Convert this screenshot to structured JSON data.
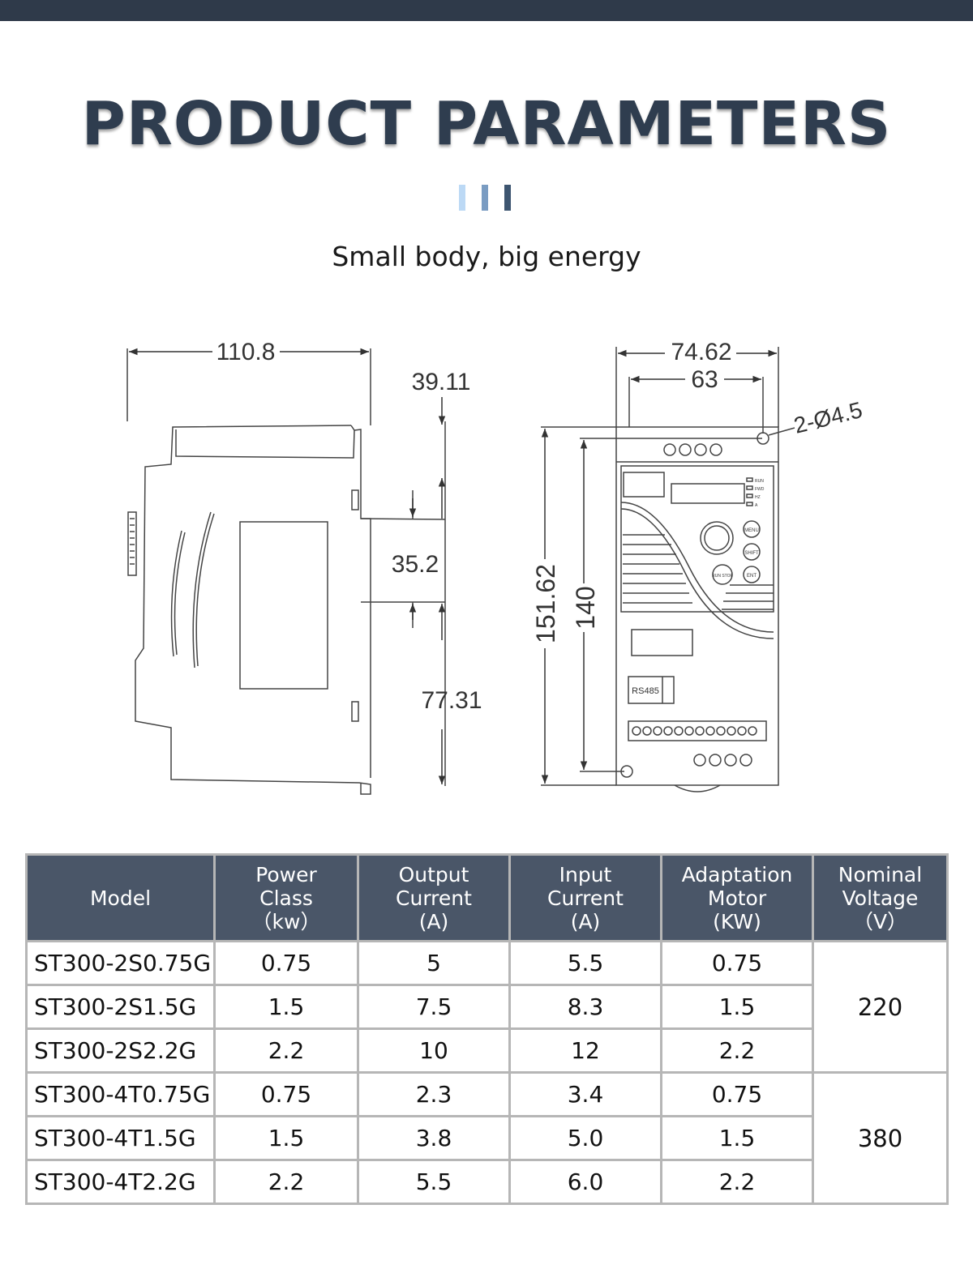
{
  "header": {
    "title": "PRODUCT PARAMETERS",
    "accent_bar_colors": [
      "#bcd9f5",
      "#7a9cc2",
      "#3d5570"
    ],
    "subtitle": "Small body, big energy"
  },
  "drawing": {
    "side_view": {
      "width_dim": "110.8",
      "dims": [
        "39.11",
        "35.2",
        "77.31"
      ]
    },
    "front_view": {
      "width_outer": "74.62",
      "width_inner": "63",
      "hole_label": "2-Ø4.5",
      "height_outer": "151.62",
      "height_inner": "140",
      "rs485_label": "RS485",
      "key_labels": [
        "MENU",
        "SHIFT",
        "RUN STOP",
        "ENT"
      ],
      "led_labels": [
        "RUN",
        "FWD",
        "HZ",
        "A"
      ]
    }
  },
  "table": {
    "headers": [
      [
        "Model"
      ],
      [
        "Power",
        "Class",
        "（kw）"
      ],
      [
        "Output",
        "Current",
        "(A)"
      ],
      [
        "Input",
        "Current",
        "(A)"
      ],
      [
        "Adaptation",
        "Motor",
        "(KW)"
      ],
      [
        "Nominal",
        "Voltage",
        "（V）"
      ]
    ],
    "rows": [
      [
        "ST300-2S0.75G",
        "0.75",
        "5",
        "5.5",
        "0.75"
      ],
      [
        "ST300-2S1.5G",
        "1.5",
        "7.5",
        "8.3",
        "1.5"
      ],
      [
        "ST300-2S2.2G",
        "2.2",
        "10",
        "12",
        "2.2"
      ],
      [
        "ST300-4T0.75G",
        "0.75",
        "2.3",
        "3.4",
        "0.75"
      ],
      [
        "ST300-4T1.5G",
        "1.5",
        "3.8",
        "5.0",
        "1.5"
      ],
      [
        "ST300-4T2.2G",
        "2.2",
        "5.5",
        "6.0",
        "2.2"
      ]
    ],
    "voltages": [
      "220",
      "380"
    ]
  }
}
